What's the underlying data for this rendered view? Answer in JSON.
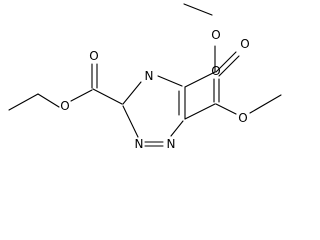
{
  "molecule": {
    "ring_atoms": {
      "n4": "N",
      "n1": "N",
      "n2": "N"
    },
    "ester_carbonyl_oxygens": [
      "O",
      "O",
      "O"
    ],
    "ester_ether_oxygens": [
      "O",
      "O",
      "O"
    ]
  }
}
